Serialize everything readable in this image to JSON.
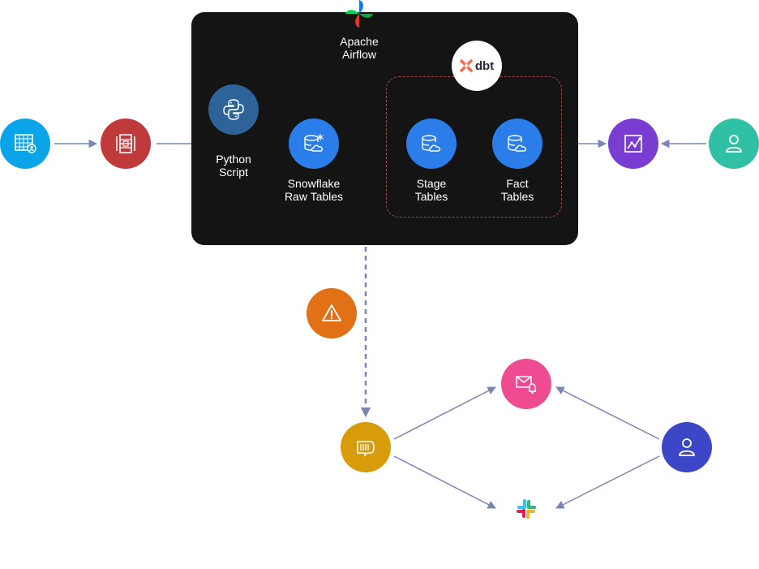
{
  "orchestrator": {
    "name_line1": "Apache",
    "name_line2": "Airflow",
    "icon": "airflow-pinwheel-icon"
  },
  "transform_tool": {
    "name": "dbt",
    "icon": "dbt-logo-icon"
  },
  "nodes": {
    "source_spreadsheet": {
      "icon": "spreadsheet-user-icon",
      "color": "#0aa5e8"
    },
    "aws_lambda": {
      "icon": "aws-service-icon",
      "color": "#c0393b"
    },
    "python_script": {
      "line1": "Python",
      "line2": "Script",
      "icon": "python-icon",
      "color": "#2d6399"
    },
    "snowflake_raw": {
      "line1": "Snowflake",
      "line2": "Raw Tables",
      "icon": "database-cloud-snowflake-icon",
      "color": "#2b7de9"
    },
    "stage_tables": {
      "line1": "Stage",
      "line2": "Tables",
      "icon": "database-cloud-icon",
      "color": "#2b7de9"
    },
    "fact_tables": {
      "line1": "Fact",
      "line2": "Tables",
      "icon": "database-cloud-icon",
      "color": "#2b7de9"
    },
    "bi_dashboard": {
      "icon": "chart-icon",
      "color": "#7a3dd1"
    },
    "business_user": {
      "icon": "user-icon",
      "color": "#30c0a6"
    },
    "failure_alert": {
      "icon": "warning-icon",
      "color": "#e27014"
    },
    "alert_service": {
      "icon": "aws-sns-icon",
      "color": "#d89b0a"
    },
    "email_notification": {
      "icon": "email-bell-icon",
      "color": "#ee4b93"
    },
    "slack": {
      "icon": "slack-icon"
    },
    "support_user": {
      "icon": "user-icon",
      "color": "#3b47c6"
    }
  },
  "colors": {
    "panel": "#141414",
    "arrow": "#7b85b3",
    "dbt_border": "#a94442"
  }
}
